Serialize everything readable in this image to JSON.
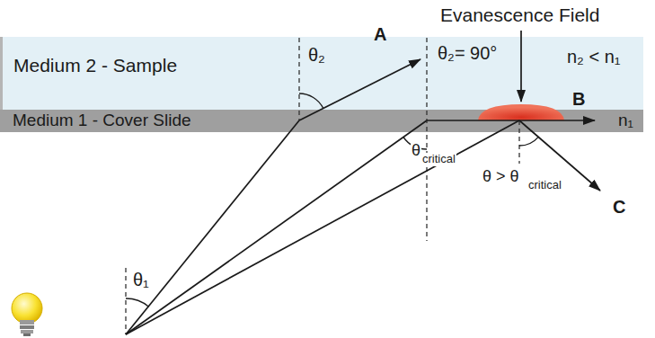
{
  "diagram": {
    "nodes": [
      {
        "text": [
          "Medium 2 - Sample",
          "n₂ < n₁"
        ]
      },
      {
        "text": [
          "Medium 1 - Cover Slide",
          "n₁"
        ]
      }
    ],
    "labels": [
      "Evanescence Field",
      "θ₂",
      "A",
      "θ₂= 90°",
      "B",
      "θ",
      "critical",
      "θ > θ",
      "critical",
      "C",
      "θ₁"
    ]
  }
}
